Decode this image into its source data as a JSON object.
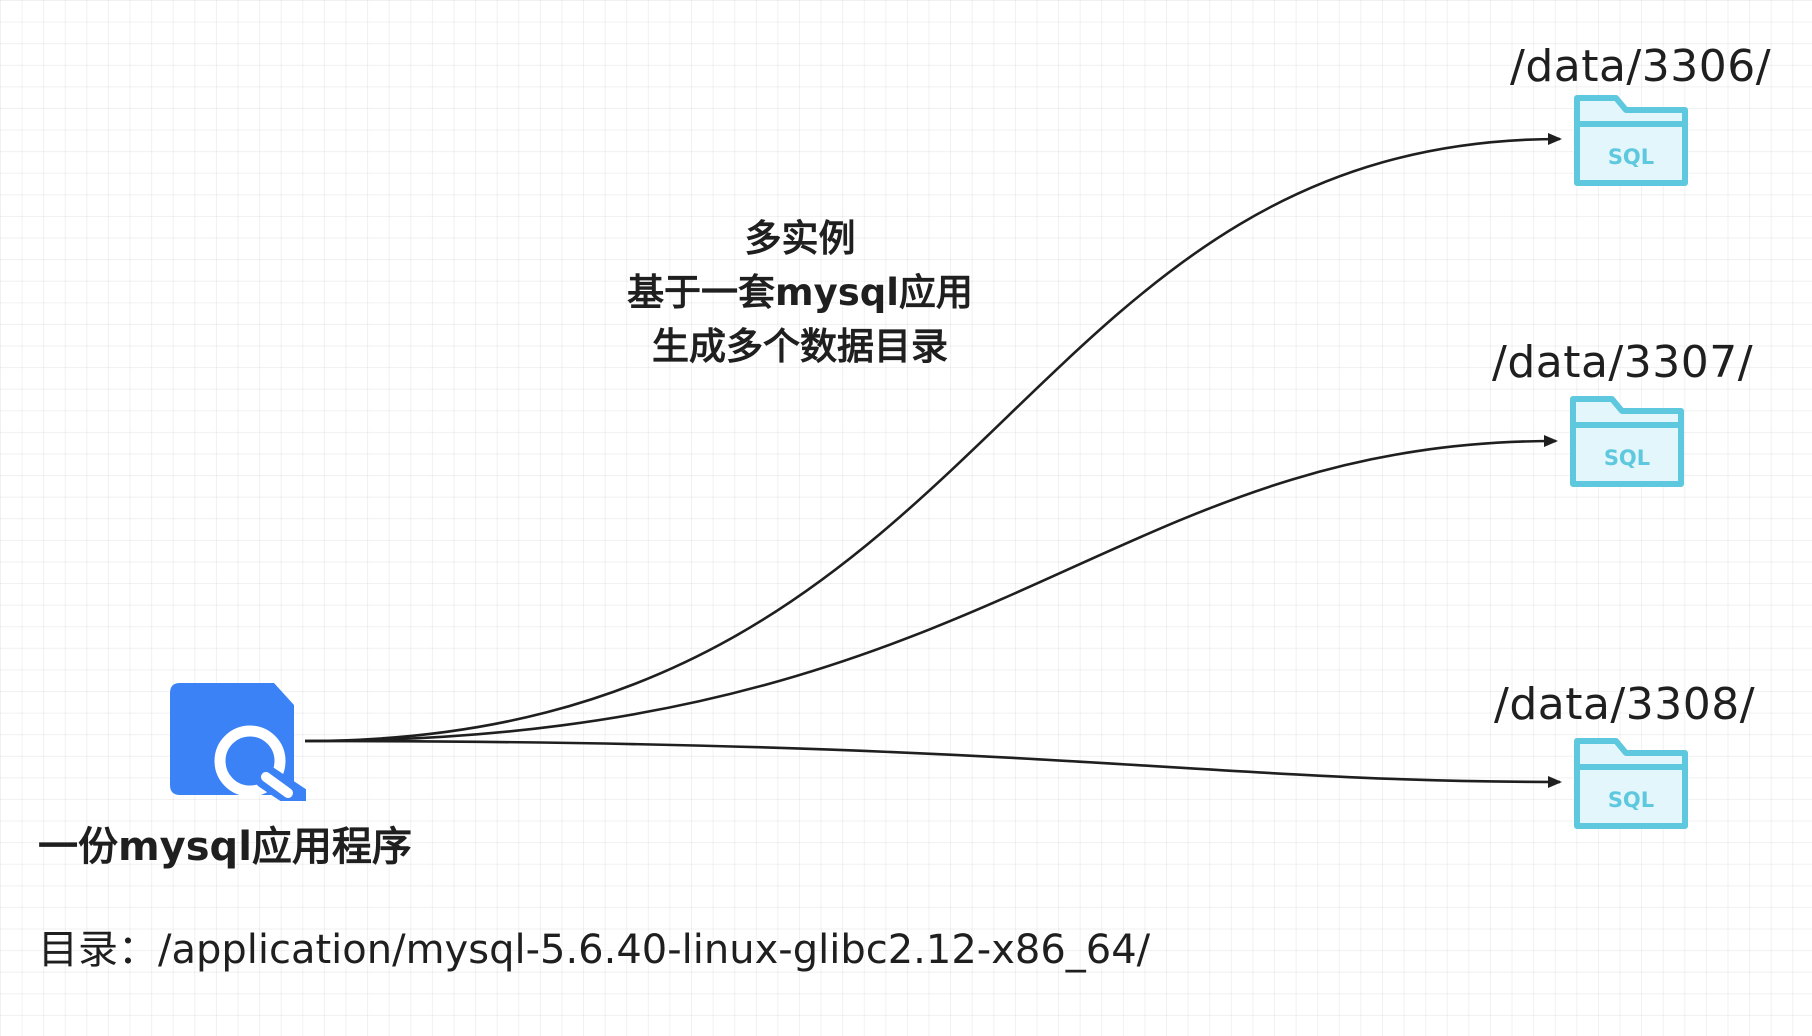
{
  "caption": {
    "line1": "多实例",
    "line2": "基于一套mysql应用",
    "line3": "生成多个数据目录"
  },
  "app": {
    "label": "一份mysql应用程序",
    "icon": "mysql-app-wrench-icon",
    "icon_color": "#3b82f6"
  },
  "directory": {
    "text": "目录：/application/mysql-5.6.40-linux-glibc2.12-x86_64/"
  },
  "instances": [
    {
      "path": "/data/3306/",
      "folder_text": "SQL",
      "icon": "sql-folder-icon"
    },
    {
      "path": "/data/3307/",
      "folder_text": "SQL",
      "icon": "sql-folder-icon"
    },
    {
      "path": "/data/3308/",
      "folder_text": "SQL",
      "icon": "sql-folder-icon"
    }
  ],
  "colors": {
    "folder_stroke": "#5ec8de",
    "folder_fill": "#e3f6fb",
    "arrow": "#1f1f1f"
  }
}
